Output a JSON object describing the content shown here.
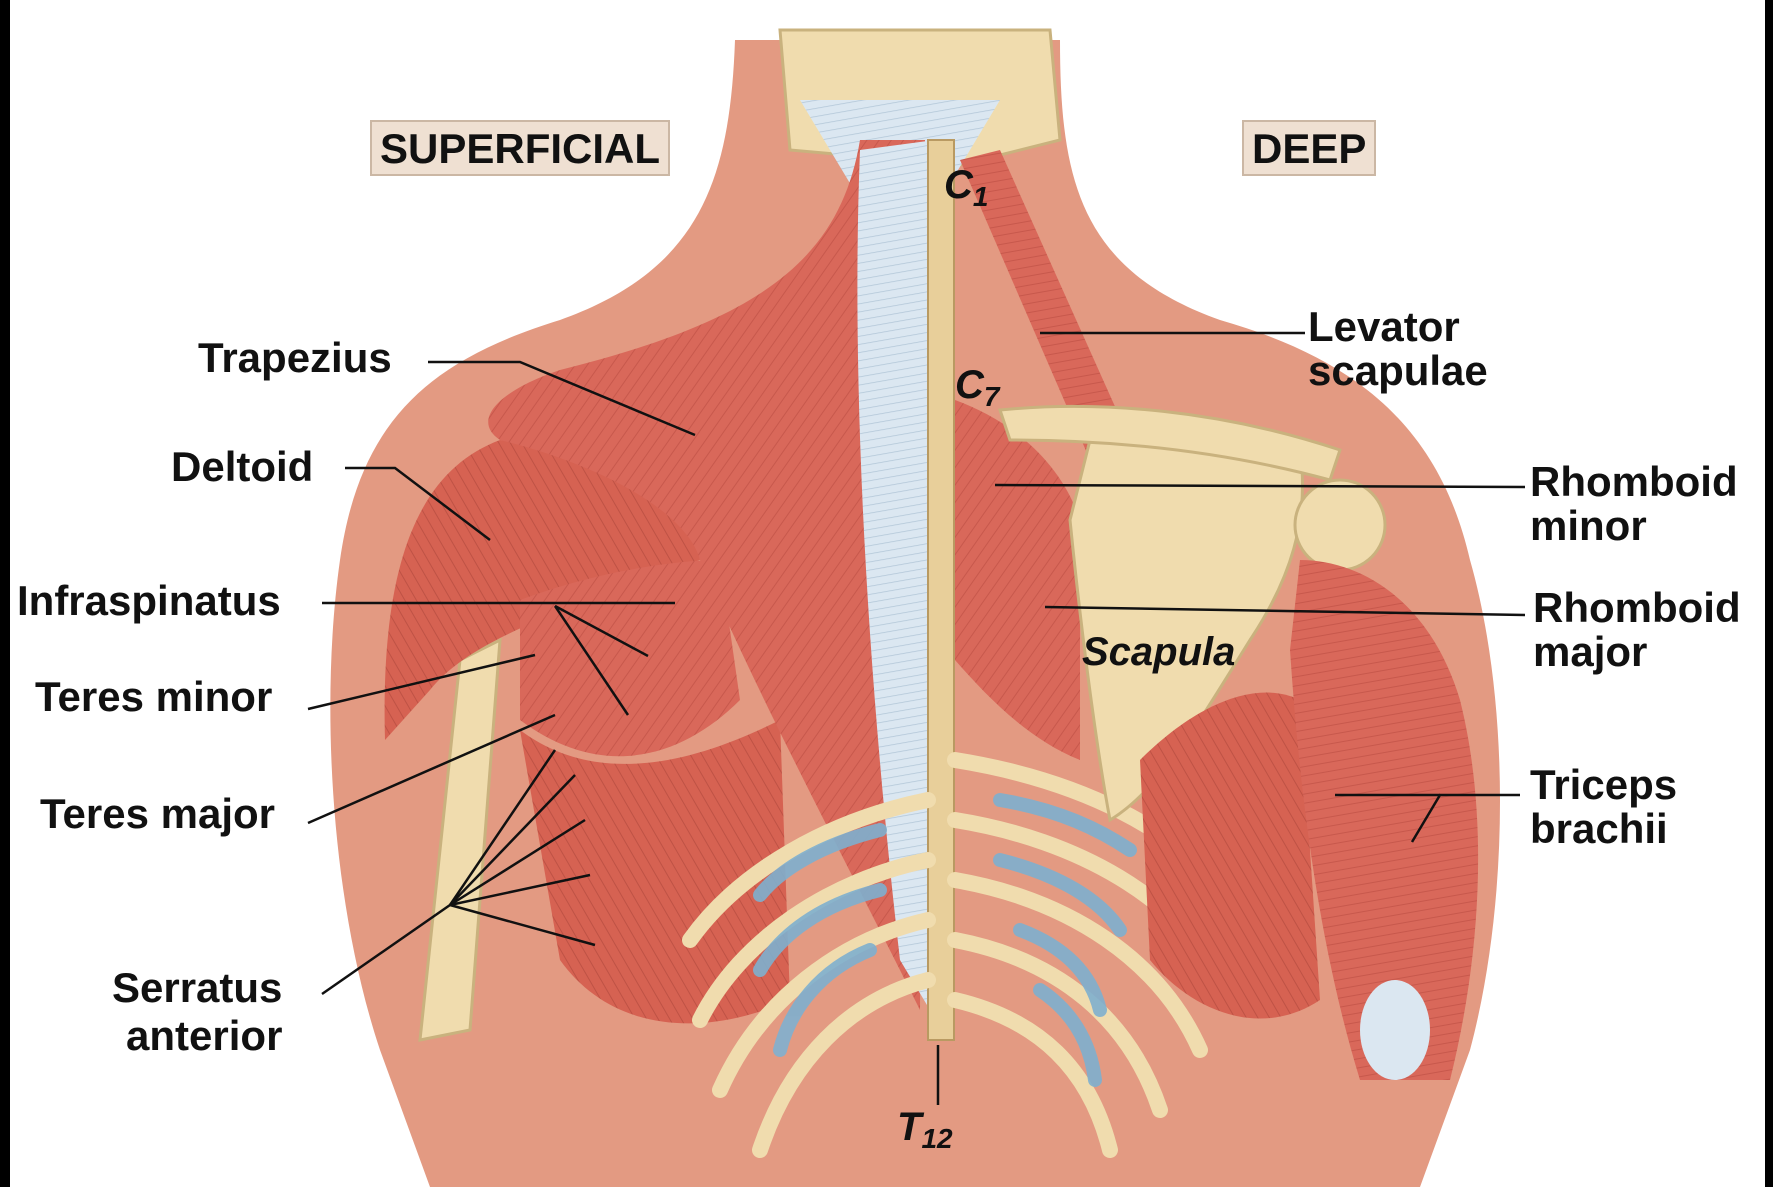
{
  "panels": {
    "superficial": "SUPERFICIAL",
    "deep": "DEEP"
  },
  "labels_left": {
    "trapezius": "Trapezius",
    "deltoid": "Deltoid",
    "infraspinatus": "Infraspinatus",
    "teres_minor": "Teres minor",
    "teres_major": "Teres major",
    "serratus_anterior": "Serratus\nanterior"
  },
  "labels_right": {
    "levator_scapulae": "Levator\nscapulae",
    "rhomboid_minor": "Rhomboid\nminor",
    "rhomboid_major": "Rhomboid\nmajor",
    "triceps_brachii": "Triceps\nbrachii"
  },
  "bones": {
    "c1_letter": "C",
    "c1_num": "1",
    "c7_letter": "C",
    "c7_num": "7",
    "scapula": "Scapula",
    "t12_letter": "T",
    "t12_num": "12"
  },
  "colors": {
    "background": "#000000",
    "canvas": "#ffffff",
    "muscle": "#d9685a",
    "muscle_dark": "#b84a3f",
    "skin": "#e39a82",
    "bone": "#f0dcae",
    "tendon": "#d6e4ef",
    "cartilage": "#7fb0cf",
    "leader_line": "#111111"
  }
}
